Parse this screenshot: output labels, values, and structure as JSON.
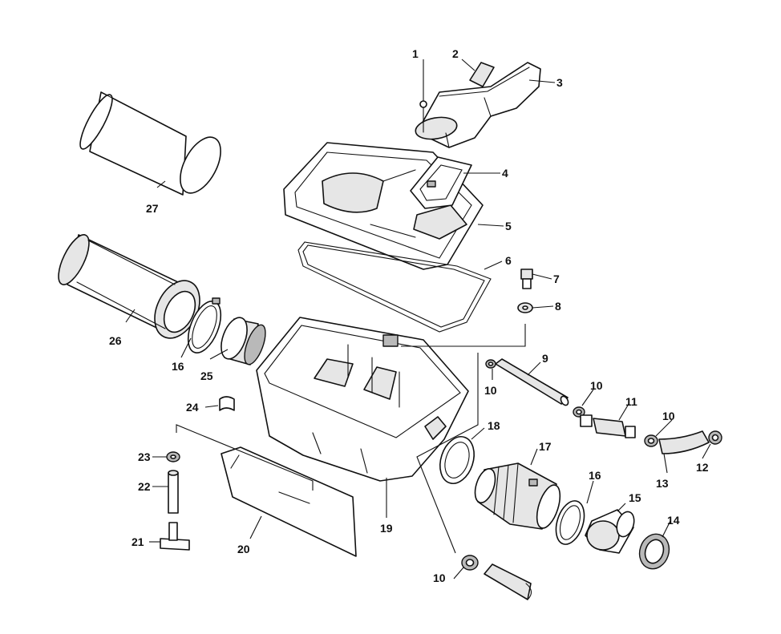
{
  "callouts": [
    {
      "id": "c1",
      "label": "1"
    },
    {
      "id": "c2",
      "label": "2"
    },
    {
      "id": "c3",
      "label": "3"
    },
    {
      "id": "c4",
      "label": "4"
    },
    {
      "id": "c5",
      "label": "5"
    },
    {
      "id": "c6",
      "label": "6"
    },
    {
      "id": "c7",
      "label": "7"
    },
    {
      "id": "c8",
      "label": "8"
    },
    {
      "id": "c9",
      "label": "9"
    },
    {
      "id": "c10a",
      "label": "10"
    },
    {
      "id": "c10b",
      "label": "10"
    },
    {
      "id": "c10c",
      "label": "10"
    },
    {
      "id": "c10d",
      "label": "10"
    },
    {
      "id": "c11",
      "label": "11"
    },
    {
      "id": "c12",
      "label": "12"
    },
    {
      "id": "c13",
      "label": "13"
    },
    {
      "id": "c14",
      "label": "14"
    },
    {
      "id": "c15",
      "label": "15"
    },
    {
      "id": "c16a",
      "label": "16"
    },
    {
      "id": "c16b",
      "label": "16"
    },
    {
      "id": "c17",
      "label": "17"
    },
    {
      "id": "c18",
      "label": "18"
    },
    {
      "id": "c19",
      "label": "19"
    },
    {
      "id": "c20",
      "label": "20"
    },
    {
      "id": "c21",
      "label": "21"
    },
    {
      "id": "c22",
      "label": "22"
    },
    {
      "id": "c23",
      "label": "23"
    },
    {
      "id": "c24",
      "label": "24"
    },
    {
      "id": "c25",
      "label": "25"
    },
    {
      "id": "c26",
      "label": "26"
    },
    {
      "id": "c27",
      "label": "27"
    }
  ]
}
